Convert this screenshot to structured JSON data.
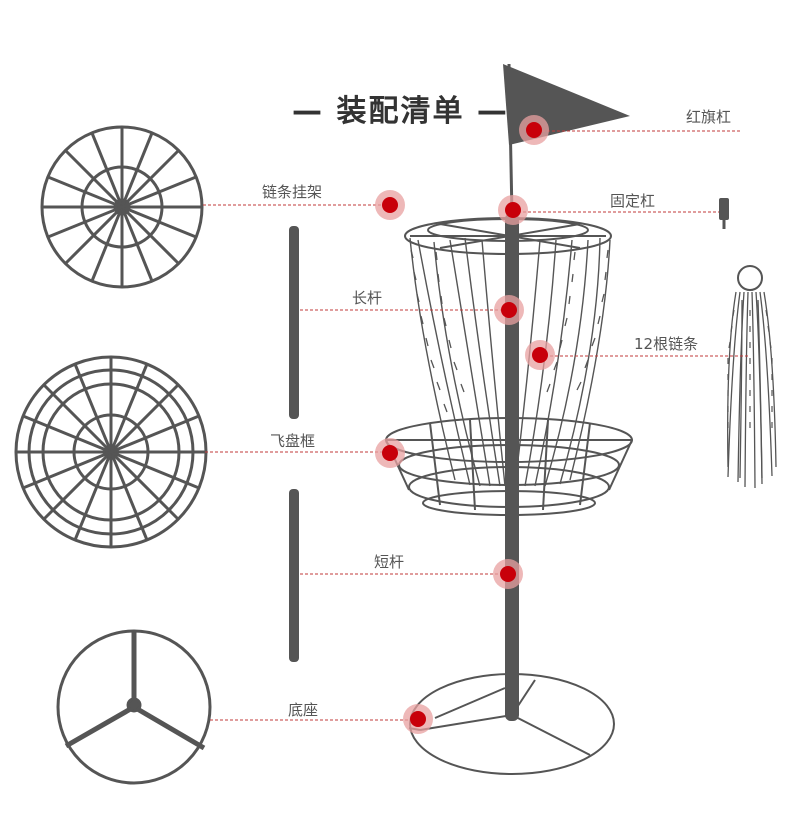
{
  "title": "— 装配清单 —",
  "labels": {
    "flag_pole": "红旗杠",
    "fixed_pole": "固定杠",
    "chain_hanger": "链条挂架",
    "long_pole": "长杆",
    "chains": "12根链条",
    "disc_basket": "飞盘框",
    "short_pole": "短杆",
    "base": "底座"
  },
  "colors": {
    "marker": "#c8000a",
    "marker_halo": "#e8a0a0",
    "leader_line": "#c23a3a",
    "drawing": "#555555"
  }
}
